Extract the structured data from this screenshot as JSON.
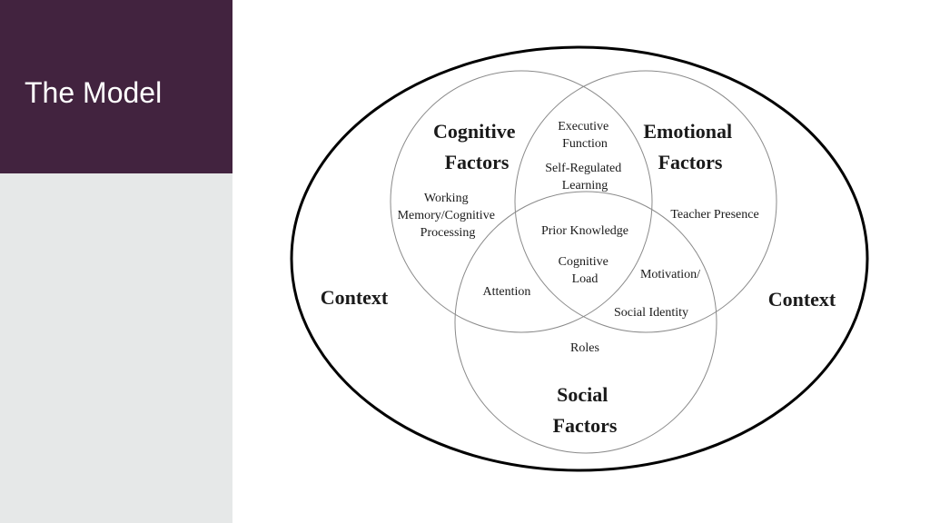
{
  "slide": {
    "title": "The Model"
  },
  "diagram": {
    "circles": {
      "cognitive": {
        "title_line1": "Cognitive",
        "title_line2": "Factors"
      },
      "emotional": {
        "title_line1": "Emotional",
        "title_line2": "Factors"
      },
      "social": {
        "title_line1": "Social",
        "title_line2": "Factors"
      }
    },
    "context": {
      "left": "Context",
      "right": "Context"
    },
    "items": {
      "executive_function": [
        "Executive",
        "Function"
      ],
      "self_regulated_learning": [
        "Self-Regulated",
        "Learning"
      ],
      "working_memory": [
        "Working",
        "Memory/Cognitive",
        "Processing"
      ],
      "teacher_presence": "Teacher Presence",
      "prior_knowledge": "Prior Knowledge",
      "cognitive_load": [
        "Cognitive",
        "Load"
      ],
      "attention": "Attention",
      "motivation_social_identity": [
        "Motivation/",
        "Social Identity"
      ],
      "roles": "Roles"
    },
    "colors": {
      "title_block": "#42233f",
      "sidebar": "#e6e8e8",
      "outer_ellipse": "#000000",
      "circle_stroke": "#8a8a8a"
    }
  }
}
